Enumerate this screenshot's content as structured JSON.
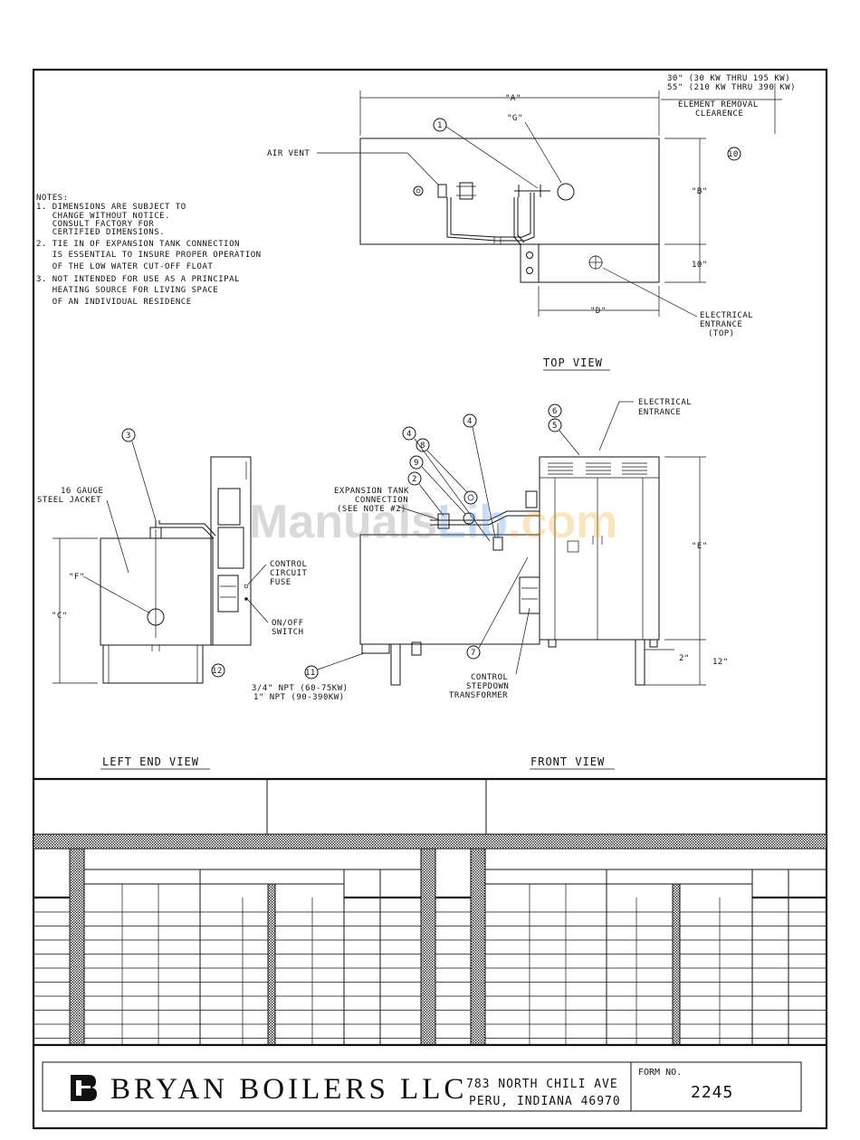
{
  "dimensions": {
    "clearance_line1": "30\" (30 KW THRU 195 KW)",
    "clearance_line2": "55\" (210 KW THRU 390 KW)",
    "element_removal_1": "ELEMENT REMOVAL",
    "element_removal_2": "CLEARENCE",
    "dim_a": "\"A\"",
    "dim_b": "\"B\"",
    "dim_c": "\"C\"",
    "dim_d": "\"D\"",
    "dim_e": "\"E\"",
    "dim_f": "\"F\"",
    "dim_g": "\"G\"",
    "dim_10in": "10\"",
    "dim_12in": "12\"",
    "dim_2in": "2\""
  },
  "callouts": [
    "1",
    "2",
    "3",
    "4",
    "5",
    "6",
    "7",
    "8",
    "9",
    "10",
    "11",
    "12"
  ],
  "labels": {
    "air_vent": "AIR VENT",
    "electrical_entrance_top_1": "ELECTRICAL",
    "electrical_entrance_top_2": "ENTRANCE",
    "electrical_entrance_top_3": "(TOP)",
    "electrical_entrance_front_1": "ELECTRICAL",
    "electrical_entrance_front_2": "ENTRANCE",
    "steel_jacket_1": "16 GAUGE",
    "steel_jacket_2": "STEEL JACKET",
    "control_fuse_1": "CONTROL",
    "control_fuse_2": "CIRCUIT",
    "control_fuse_3": "FUSE",
    "onoff_1": "ON/OFF",
    "onoff_2": "SWITCH",
    "expansion_1": "EXPANSION TANK",
    "expansion_2": "CONNECTION",
    "expansion_3": "(SEE NOTE #2)",
    "npt_1": "3/4\" NPT (60-75KW)",
    "npt_2": "1\" NPT (90-390KW)",
    "transformer_1": "CONTROL",
    "transformer_2": "STEPDOWN",
    "transformer_3": "TRANSFORMER"
  },
  "notes": {
    "heading": "NOTES:",
    "lines": [
      "1. DIMENSIONS ARE SUBJECT TO",
      "   CHANGE WITHOUT NOTICE.",
      "   CONSULT FACTORY FOR",
      "   CERTIFIED DIMENSIONS.",
      "2. TIE IN OF EXPANSION TANK CONNECTION",
      "   IS ESSENTIAL TO INSURE PROPER OPERATION",
      "   OF THE LOW WATER CUT-OFF FLOAT",
      "3. NOT INTENDED FOR USE AS A PRINCIPAL",
      "   HEATING SOURCE FOR LIVING SPACE",
      "   OF AN INDIVIDUAL RESIDENCE"
    ]
  },
  "views": {
    "top": "TOP VIEW",
    "left_end": "LEFT END VIEW",
    "front": "FRONT VIEW"
  },
  "watermark": {
    "part1": "Manuals",
    "part2": "Lib",
    "part3": ".com"
  },
  "title_block": {
    "company": "BRYAN BOILERS LLC",
    "address_line1": "783 NORTH CHILI AVE",
    "address_line2": "PERU, INDIANA 46970",
    "form_label": "FORM NO.",
    "form_number": "2245"
  }
}
